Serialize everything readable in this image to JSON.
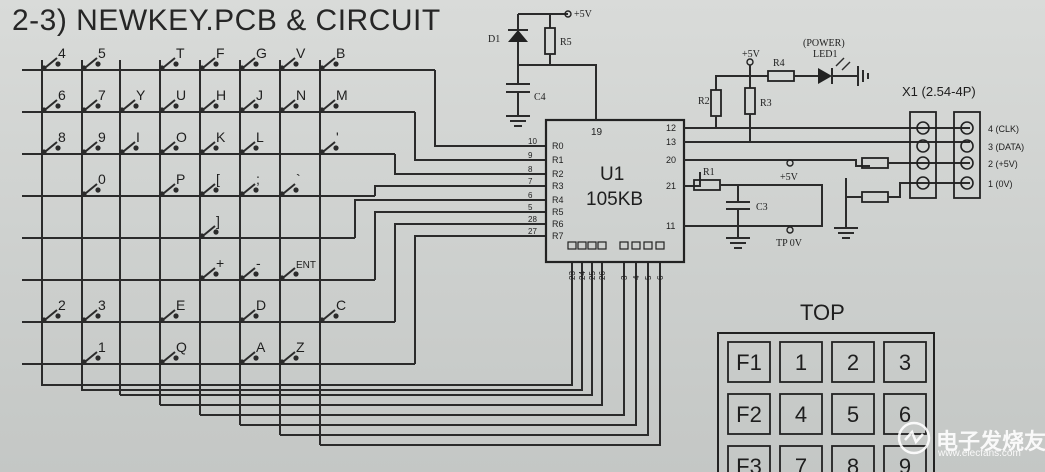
{
  "title": "2-3) NEWKEY.PCB & CIRCUIT",
  "top_label": "TOP",
  "keypad_keys": [
    "F1",
    "1",
    "2",
    "3",
    "F2",
    "4",
    "5",
    "6",
    "F3",
    "7",
    "8",
    "9"
  ],
  "switch_rows": [
    [
      "4",
      "5",
      "T",
      "F",
      "G",
      "V",
      "B"
    ],
    [
      "6",
      "7",
      "Y",
      "U",
      "H",
      "J",
      "N",
      "M"
    ],
    [
      "8",
      "9",
      "I",
      "O",
      "K",
      "L",
      "'"
    ],
    [
      "0",
      "P",
      "[",
      ";",
      "`"
    ],
    [
      "]"
    ],
    [
      "+",
      "-",
      "ENT"
    ],
    [
      "2",
      "3",
      "E",
      "D",
      "C"
    ],
    [
      "1",
      "Q",
      "A",
      "Z"
    ]
  ],
  "ic": {
    "name": "U1",
    "part": "105KB",
    "pin_top": "19",
    "left_pin_numbers": [
      "10",
      "9",
      "8",
      "7",
      "6",
      "5",
      "28",
      "27"
    ],
    "left_pin_names": [
      "R0",
      "R1",
      "R2",
      "R3",
      "R4",
      "R5",
      "R6",
      "R7"
    ],
    "bottom_pin_numbers": [
      "23",
      "24",
      "25",
      "26",
      "3",
      "4",
      "5",
      "6"
    ],
    "right_pin_numbers": [
      "12",
      "13",
      "20",
      "21",
      "11"
    ]
  },
  "components": {
    "d1": "D1",
    "r5": "R5",
    "plus5_top": "+5V",
    "c4": "C4",
    "plus5_mid": "+5V",
    "r4": "R4",
    "r2": "R2",
    "r3": "R3",
    "power": "(POWER)",
    "led1": "LED1",
    "r1": "R1",
    "c3": "C3",
    "plus5_small": "+5V",
    "tp": "TP 0V"
  },
  "connector": {
    "name": "X1 (2.54-4P)",
    "pins": [
      "4 (CLK)",
      "3 (DATA)",
      "2 (+5V)",
      "1 (0V)"
    ]
  },
  "watermark": {
    "text": "电子发烧友",
    "url": "www.elecfans.com"
  }
}
